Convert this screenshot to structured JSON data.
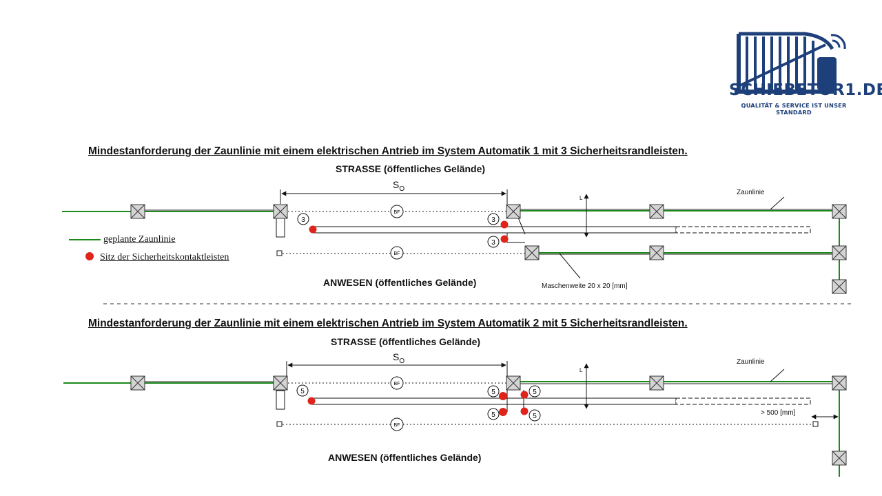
{
  "brand": {
    "name": "SCHIEBETOR1.DE",
    "slogan": "QUALITÄT & SERVICE IST UNSER STANDARD",
    "color": "#1d3f7a"
  },
  "diagram1": {
    "heading": "Mindestanforderung der Zaunlinie mit einem elektrischen Antrieb im System Automatik 1 mit 3 Sicherheitsrandleisten.",
    "top_area": "STRASSE (öffentliches Gelände)",
    "bottom_area": "ANWESEN (öffentliches Gelände)",
    "dimension_label": "S",
    "dimension_subscript": "O",
    "photocell_label": "BF",
    "edge_number": "3",
    "fence_label": "Zaunlinie",
    "mesh_label": "Maschenweite 20 x 20 [mm]",
    "gap_label": "L"
  },
  "diagram2": {
    "heading": "Mindestanforderung der Zaunlinie mit einem elektrischen Antrieb im System Automatik 2 mit 5 Sicherheitsrandleisten.",
    "top_area": "STRASSE (öffentliches Gelände)",
    "bottom_area": "ANWESEN (öffentliches Gelände)",
    "dimension_label": "S",
    "dimension_subscript": "O",
    "photocell_label": "BF",
    "edge_number": "5",
    "fence_label": "Zaunlinie",
    "distance_label": "> 500 [mm]",
    "gap_label": "L"
  },
  "legend": {
    "planned_fence": "geplante Zaunlinie",
    "safety_edge_seat": "Sitz der Sicherheitskontaktleisten"
  },
  "colors": {
    "fence_green": "#1a8a1a",
    "safety_red": "#e0241b",
    "post_fill": "#d4d4d4"
  }
}
